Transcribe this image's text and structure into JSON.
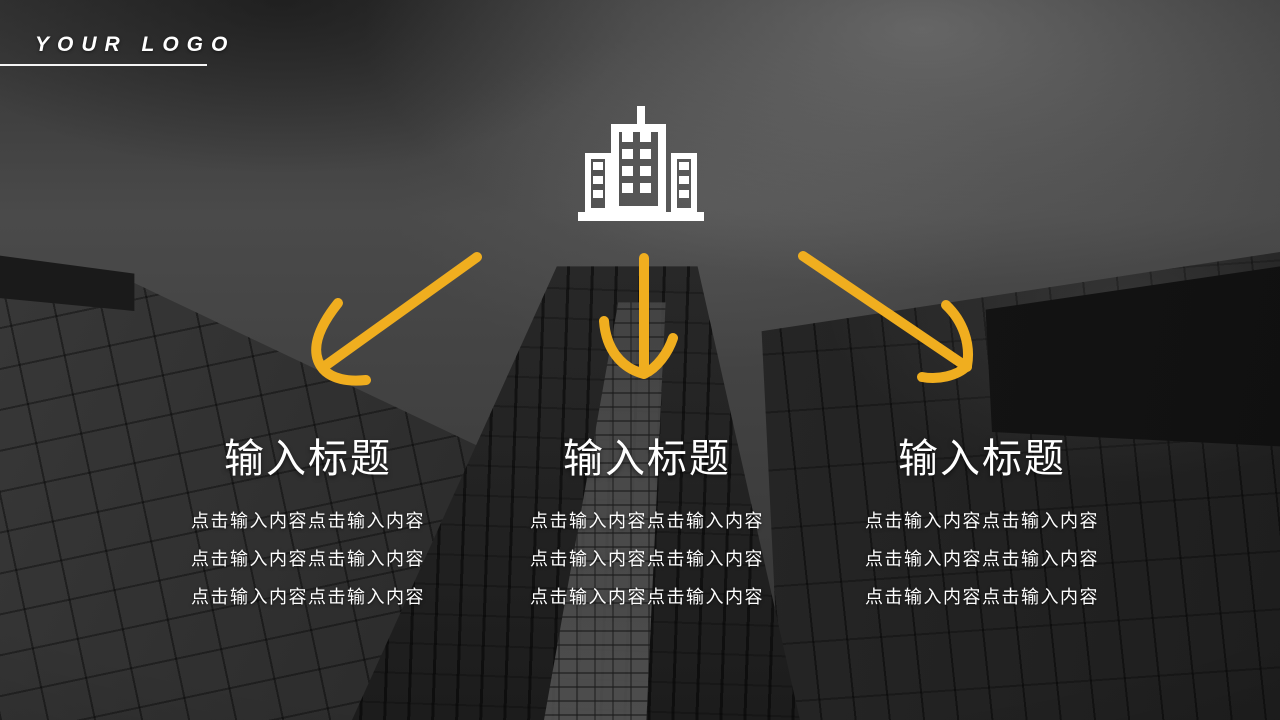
{
  "logo": {
    "text": "YOUR LOGO"
  },
  "accent_color": "#F0AE1F",
  "icons": {
    "header_icon": "building-icon",
    "arrows": [
      "arrow-down-left-icon",
      "arrow-down-icon",
      "arrow-down-right-icon"
    ]
  },
  "columns": [
    {
      "title": "输入标题",
      "lines": [
        "点击输入内容点击输入内容",
        "点击输入内容点击输入内容",
        "点击输入内容点击输入内容"
      ]
    },
    {
      "title": "输入标题",
      "lines": [
        "点击输入内容点击输入内容",
        "点击输入内容点击输入内容",
        "点击输入内容点击输入内容"
      ]
    },
    {
      "title": "输入标题",
      "lines": [
        "点击输入内容点击输入内容",
        "点击输入内容点击输入内容",
        "点击输入内容点击输入内容"
      ]
    }
  ]
}
